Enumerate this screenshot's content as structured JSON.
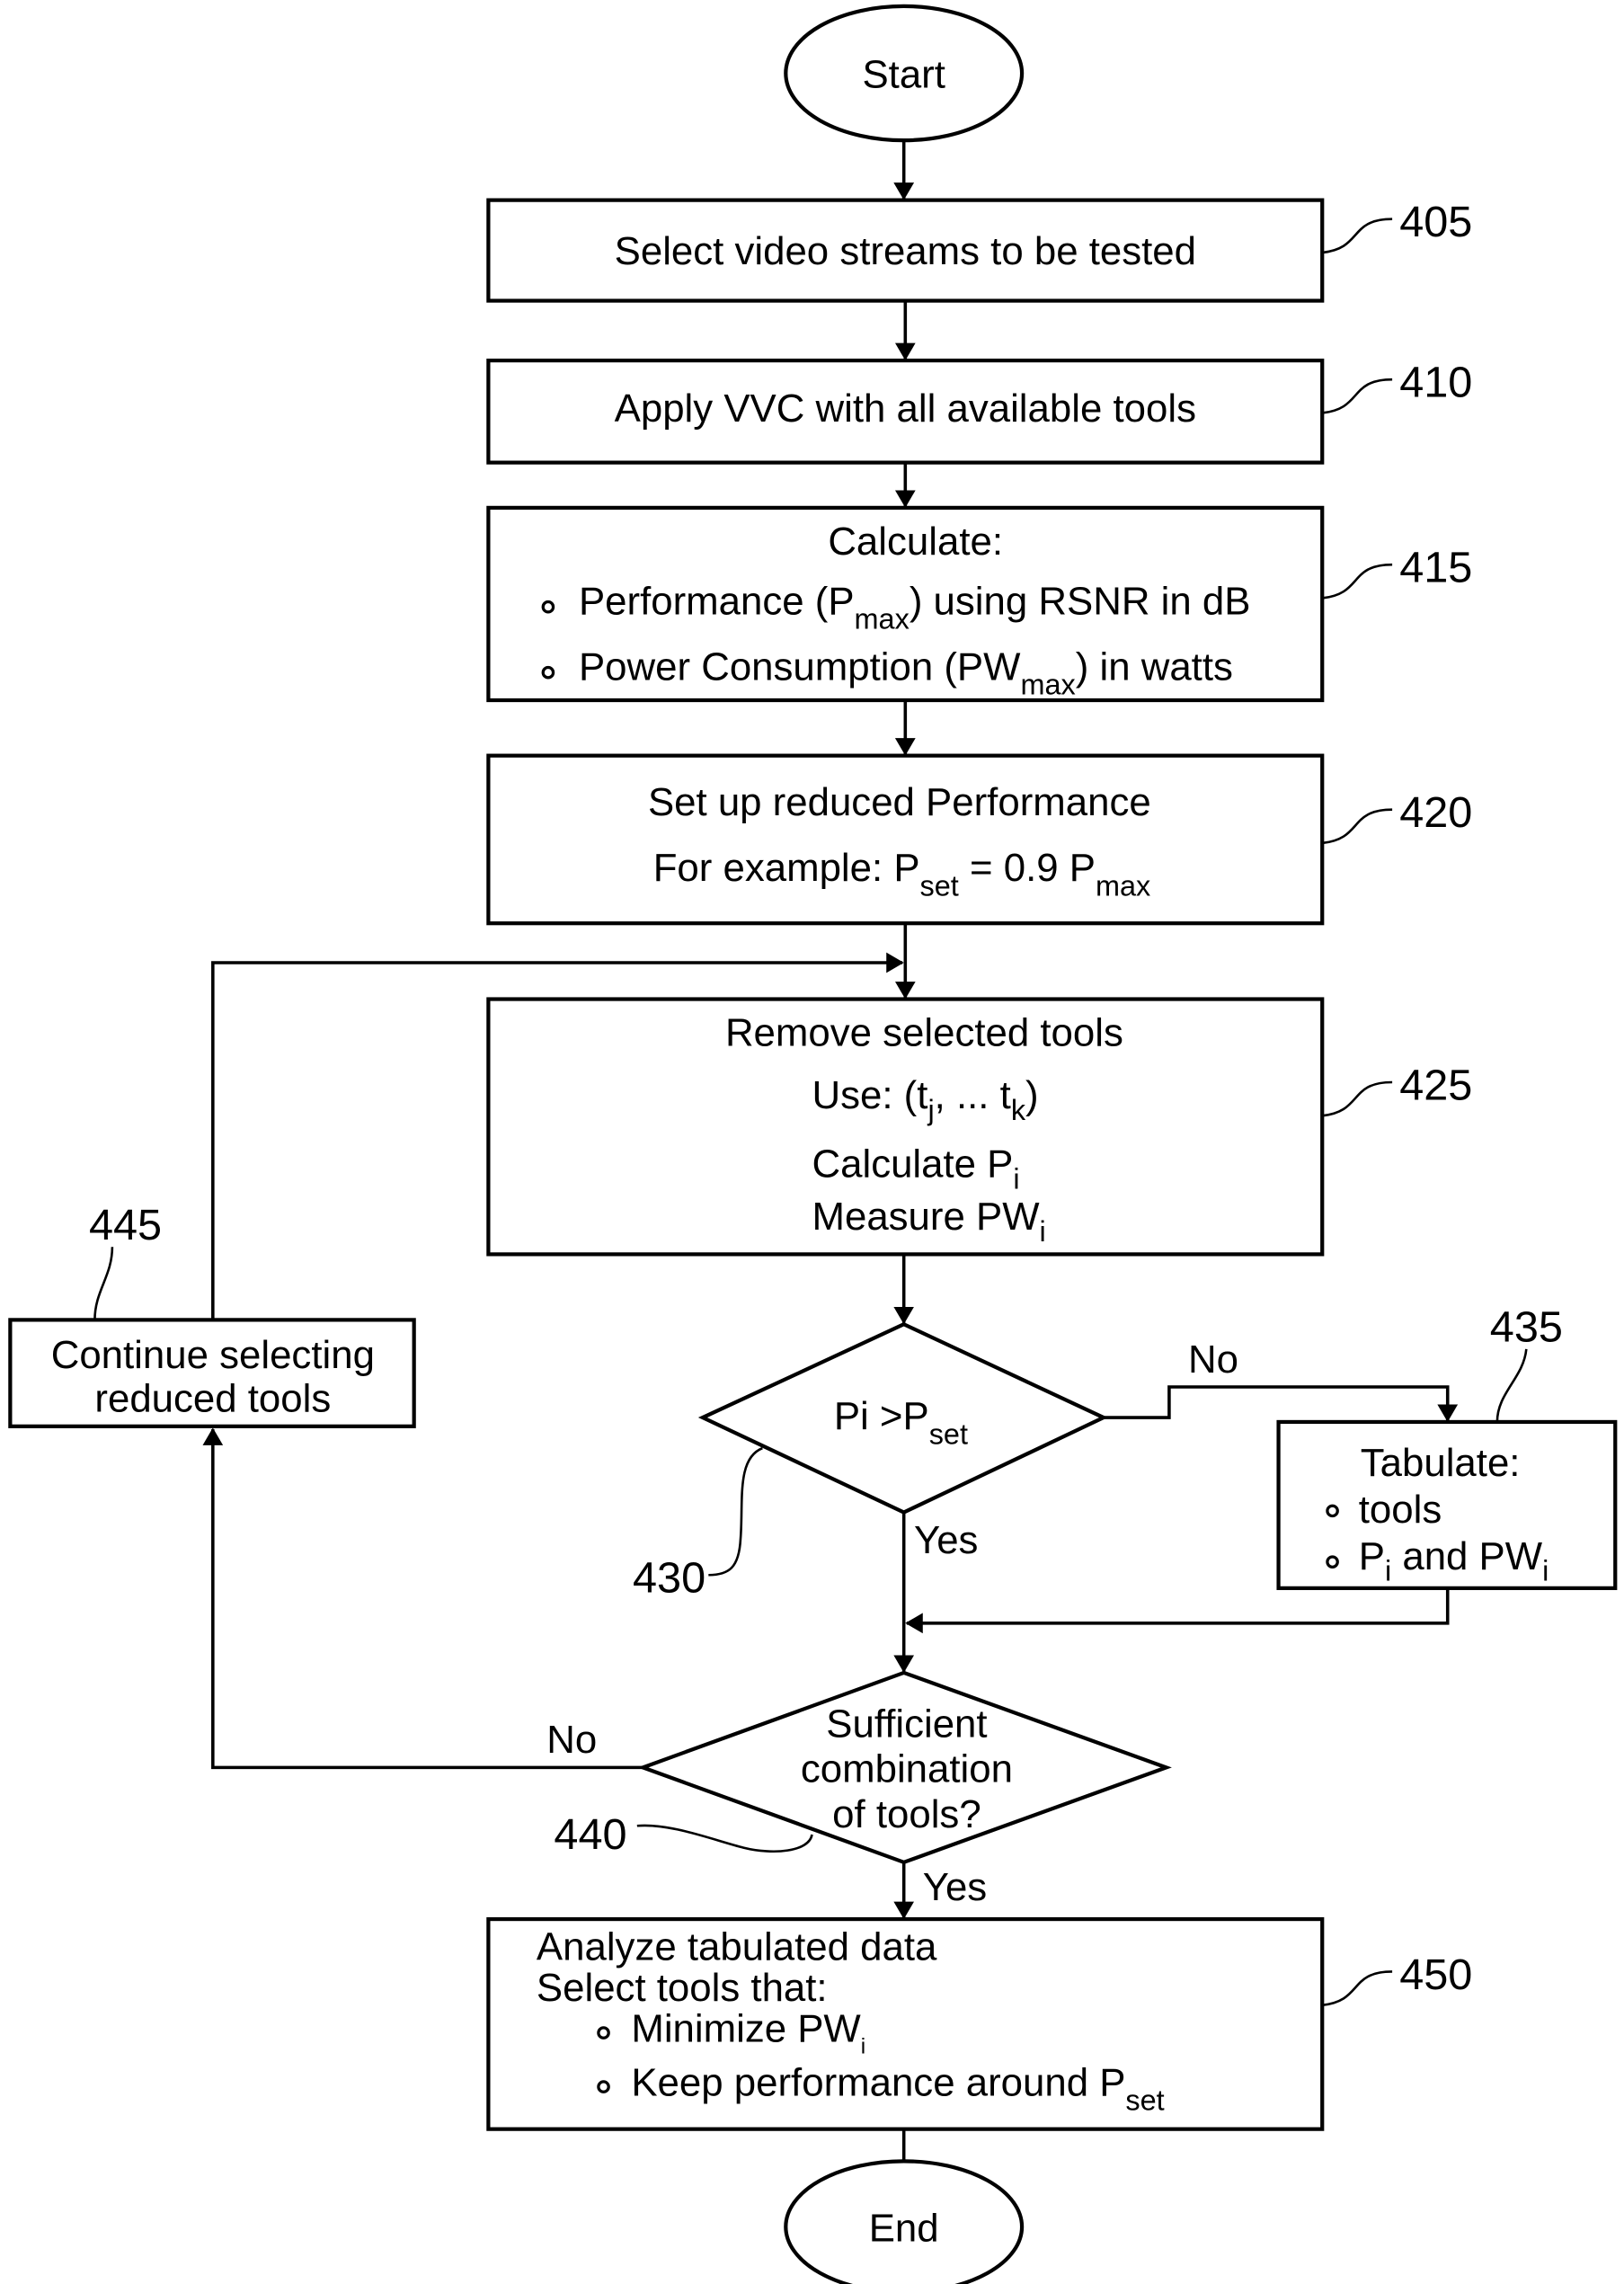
{
  "figure": {
    "start": {
      "label": "Start"
    },
    "end": {
      "label": "End"
    },
    "steps": {
      "s405": {
        "ref": "405",
        "text": "Select video streams to be tested"
      },
      "s410": {
        "ref": "410",
        "text": "Apply VVC with all available tools"
      },
      "s415": {
        "ref": "415",
        "title": "Calculate:",
        "b1_pre": "Performance (P",
        "b1_sub": "max",
        "b1_post": ") using RSNR in dB",
        "b2_pre": "Power Consumption (PW",
        "b2_sub": "max",
        "b2_post": ") in watts"
      },
      "s420": {
        "ref": "420",
        "line1": "Set up reduced Performance",
        "l2_pre": "For example: P",
        "l2_sub1": "set",
        "l2_mid": " = 0.9 P",
        "l2_sub2": "max"
      },
      "s425": {
        "ref": "425",
        "line1": "Remove selected tools",
        "l2_pre": "Use: (t",
        "l2_sub1": "j",
        "l2_mid": ", ... t",
        "l2_sub2": "k",
        "l2_post": ")",
        "l3_pre": "Calculate P",
        "l3_sub": "i",
        "l4_pre": "Measure PW",
        "l4_sub": "i"
      },
      "s430": {
        "ref": "430",
        "pre": "Pi >P",
        "sub": "set",
        "no": "No",
        "yes": "Yes"
      },
      "s435": {
        "ref": "435",
        "title": "Tabulate:",
        "b1": "tools",
        "b2_pre": "P",
        "b2_sub1": "i",
        "b2_mid": " and PW",
        "b2_sub2": "i"
      },
      "s440": {
        "ref": "440",
        "line1": "Sufficient",
        "line2": "combination",
        "line3": "of tools?",
        "no": "No",
        "yes": "Yes"
      },
      "s445": {
        "ref": "445",
        "line1": "Continue selecting",
        "line2": "reduced tools"
      },
      "s450": {
        "ref": "450",
        "line1": "Analyze tabulated data",
        "line2": "Select tools that:",
        "b1_pre": "Minimize PW",
        "b1_sub": "i",
        "b2_pre": "Keep performance around P",
        "b2_sub": "set"
      }
    }
  }
}
